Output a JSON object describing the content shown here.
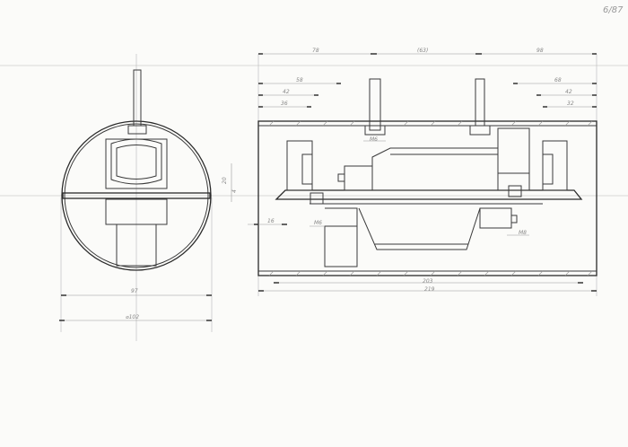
{
  "page_number": "6/87",
  "front_view": {
    "dim_inner_diameter": "97",
    "dim_outer_diameter": "⌀102"
  },
  "side_view": {
    "dim_top_left": "78",
    "dim_top_middle": "(63)",
    "dim_top_right": "98",
    "dim_left_1": "58",
    "dim_left_2": "42",
    "dim_left_3": "36",
    "dim_right_1": "68",
    "dim_right_2": "42",
    "dim_right_3": "32",
    "dim_plate_height": "20",
    "dim_plate_thickness": "4",
    "dim_offset": "16",
    "label_bolt_top": "M6",
    "label_bolt_lower": "M6",
    "label_bolt_right": "M8",
    "dim_inner_length": "203",
    "dim_outer_length": "219"
  }
}
